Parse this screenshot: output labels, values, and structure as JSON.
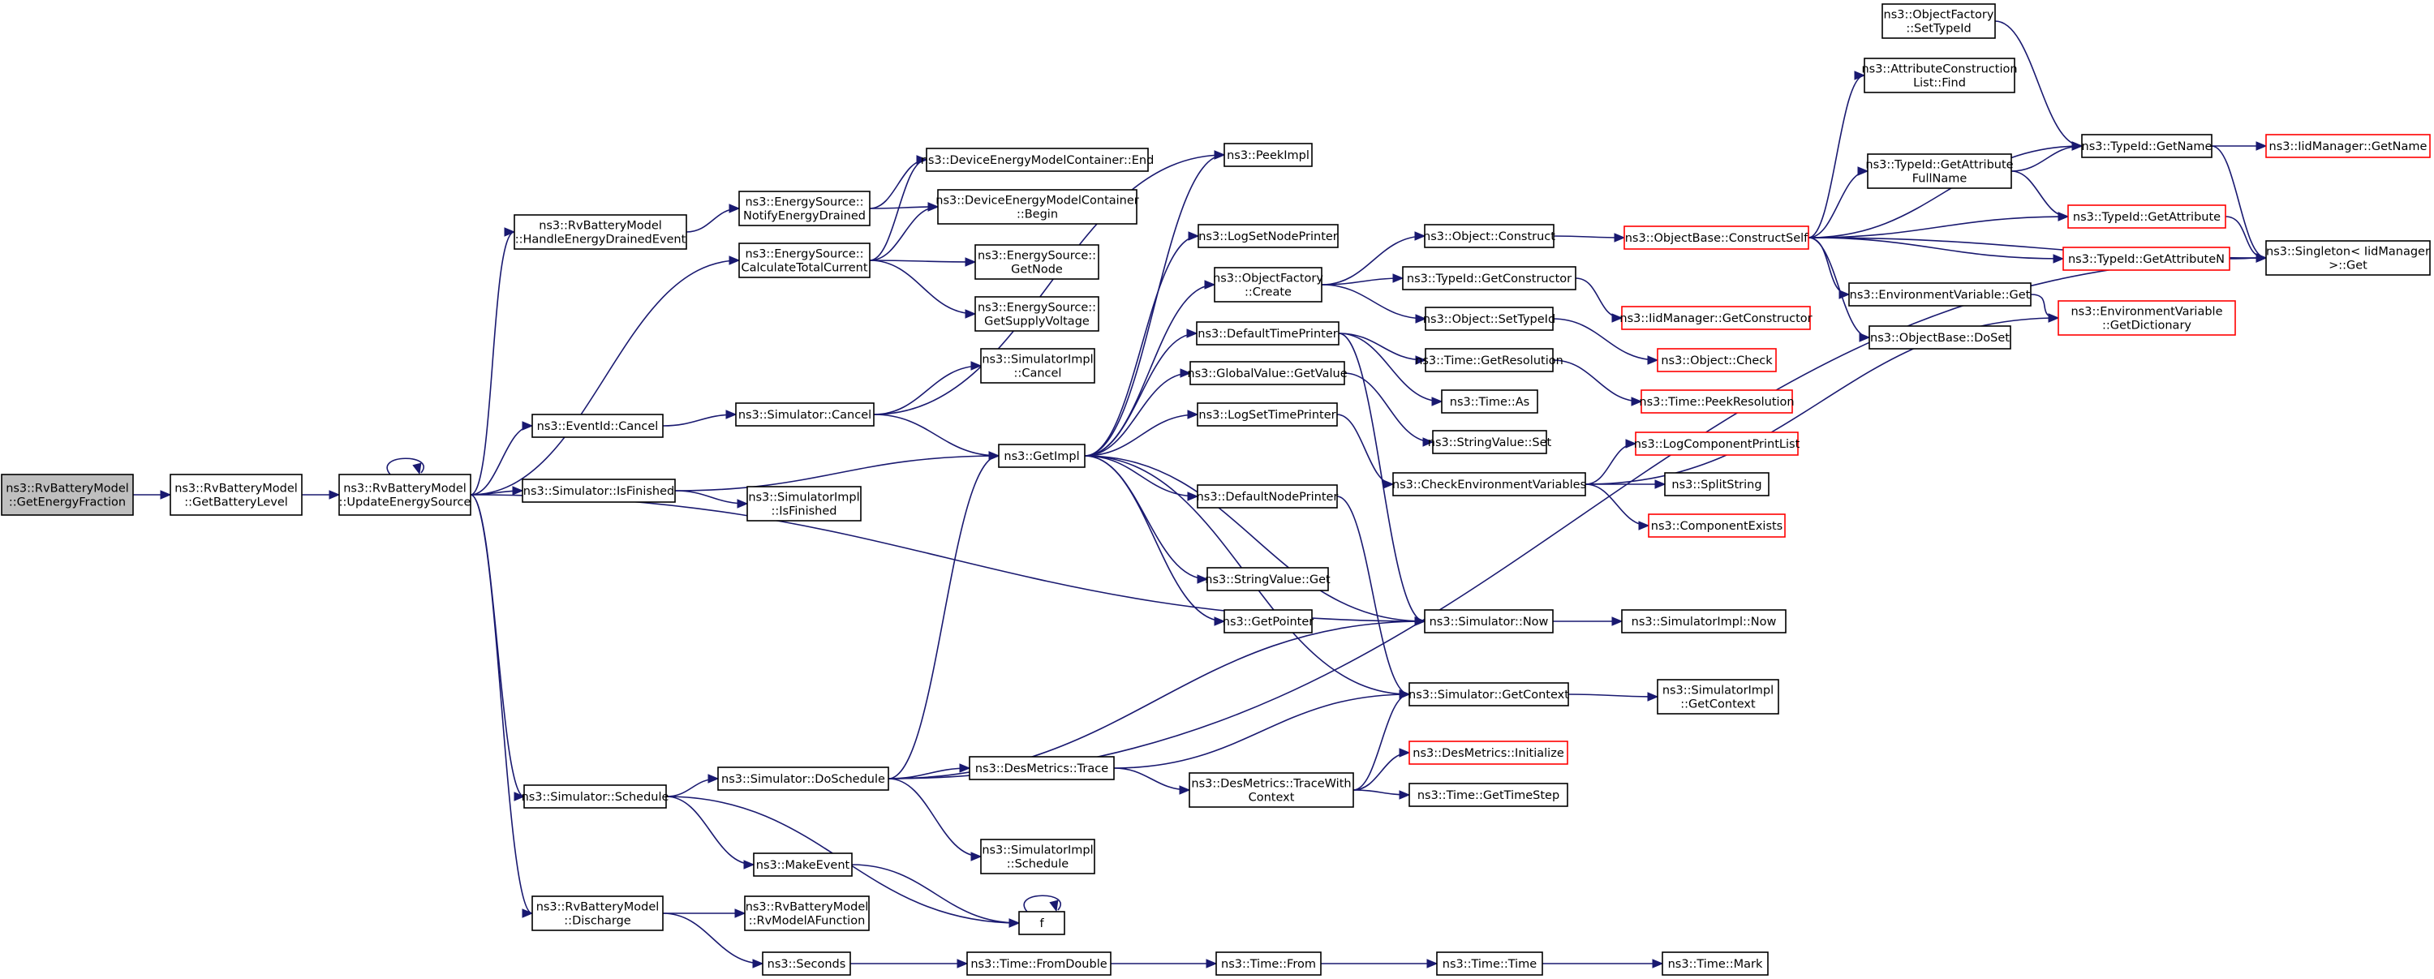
{
  "diagram": {
    "colors": {
      "edge": "#191970",
      "box_border": "#000000",
      "truncated_border": "#ff0000",
      "root_fill": "#bfbfbf",
      "box_fill": "#ffffff"
    },
    "nodes": [
      {
        "id": "n1",
        "lines": [
          "ns3::RvBatteryModel",
          "::GetEnergyFraction"
        ],
        "style": "root"
      },
      {
        "id": "n2",
        "lines": [
          "ns3::RvBatteryModel",
          "::GetBatteryLevel"
        ]
      },
      {
        "id": "n3",
        "lines": [
          "ns3::RvBatteryModel",
          "::UpdateEnergySource"
        ]
      },
      {
        "id": "n4",
        "lines": [
          "ns3::RvBatteryModel",
          "::HandleEnergyDrainedEvent"
        ]
      },
      {
        "id": "n5",
        "lines": [
          "ns3::EnergySource::",
          "CalculateTotalCurrent"
        ]
      },
      {
        "id": "n6",
        "lines": [
          "ns3::EventId::Cancel"
        ]
      },
      {
        "id": "n7",
        "lines": [
          "ns3::Simulator::IsFinished"
        ]
      },
      {
        "id": "n8",
        "lines": [
          "ns3::Simulator::Now"
        ]
      },
      {
        "id": "n9",
        "lines": [
          "ns3::Simulator::Schedule"
        ]
      },
      {
        "id": "n10",
        "lines": [
          "ns3::RvBatteryModel",
          "::Discharge"
        ]
      },
      {
        "id": "n11",
        "lines": [
          "ns3::EnergySource::",
          "NotifyEnergyDrained"
        ]
      },
      {
        "id": "n12",
        "lines": [
          "ns3::DeviceEnergyModelContainer::End"
        ]
      },
      {
        "id": "n13",
        "lines": [
          "ns3::DeviceEnergyModelContainer",
          "::Begin"
        ]
      },
      {
        "id": "n14",
        "lines": [
          "ns3::EnergySource::",
          "GetNode"
        ]
      },
      {
        "id": "n15",
        "lines": [
          "ns3::EnergySource::",
          "GetSupplyVoltage"
        ]
      },
      {
        "id": "n16",
        "lines": [
          "ns3::Simulator::Cancel"
        ]
      },
      {
        "id": "n17",
        "lines": [
          "ns3::SimulatorImpl",
          "::Cancel"
        ]
      },
      {
        "id": "n18",
        "lines": [
          "ns3::GetImpl"
        ]
      },
      {
        "id": "n19",
        "lines": [
          "ns3::SimulatorImpl",
          "::IsFinished"
        ]
      },
      {
        "id": "n20",
        "lines": [
          "ns3::PeekImpl"
        ]
      },
      {
        "id": "n21",
        "lines": [
          "ns3::LogSetNodePrinter"
        ]
      },
      {
        "id": "n22",
        "lines": [
          "ns3::ObjectFactory",
          "::Create"
        ]
      },
      {
        "id": "n23",
        "lines": [
          "ns3::DefaultTimePrinter"
        ]
      },
      {
        "id": "n24",
        "lines": [
          "ns3::GlobalValue::GetValue"
        ]
      },
      {
        "id": "n25",
        "lines": [
          "ns3::LogSetTimePrinter"
        ]
      },
      {
        "id": "n26",
        "lines": [
          "ns3::DefaultNodePrinter"
        ]
      },
      {
        "id": "n27",
        "lines": [
          "ns3::StringValue::Get"
        ]
      },
      {
        "id": "n28",
        "lines": [
          "ns3::GetPointer"
        ]
      },
      {
        "id": "n29",
        "lines": [
          "ns3::Object::Construct"
        ]
      },
      {
        "id": "n30",
        "lines": [
          "ns3::TypeId::GetConstructor"
        ]
      },
      {
        "id": "n31",
        "lines": [
          "ns3::Object::SetTypeId"
        ]
      },
      {
        "id": "n32",
        "lines": [
          "ns3::Time::GetResolution"
        ]
      },
      {
        "id": "n33",
        "lines": [
          "ns3::Time::As"
        ]
      },
      {
        "id": "n34",
        "lines": [
          "ns3::StringValue::Set"
        ]
      },
      {
        "id": "n35",
        "lines": [
          "ns3::CheckEnvironmentVariables"
        ]
      },
      {
        "id": "n36",
        "lines": [
          "ns3::Simulator::GetContext"
        ]
      },
      {
        "id": "n37",
        "lines": [
          "ns3::SimulatorImpl::Now"
        ]
      },
      {
        "id": "n38",
        "lines": [
          "ns3::SimulatorImpl",
          "::GetContext"
        ]
      },
      {
        "id": "n39",
        "lines": [
          "ns3::Simulator::DoSchedule"
        ]
      },
      {
        "id": "n40",
        "lines": [
          "ns3::MakeEvent"
        ]
      },
      {
        "id": "n41",
        "lines": [
          "f"
        ]
      },
      {
        "id": "n42",
        "lines": [
          "ns3::DesMetrics::Trace"
        ]
      },
      {
        "id": "n43",
        "lines": [
          "ns3::DesMetrics::TraceWith",
          "Context"
        ]
      },
      {
        "id": "n44",
        "lines": [
          "ns3::SimulatorImpl",
          "::Schedule"
        ]
      },
      {
        "id": "n45",
        "lines": [
          "ns3::DesMetrics::Initialize"
        ],
        "style": "truncated"
      },
      {
        "id": "n46",
        "lines": [
          "ns3::Time::GetTimeStep"
        ]
      },
      {
        "id": "n47",
        "lines": [
          "ns3::RvBatteryModel",
          "::RvModelAFunction"
        ]
      },
      {
        "id": "n48",
        "lines": [
          "ns3::Seconds"
        ]
      },
      {
        "id": "n49",
        "lines": [
          "ns3::Time::FromDouble"
        ]
      },
      {
        "id": "n50",
        "lines": [
          "ns3::Time::From"
        ]
      },
      {
        "id": "n51",
        "lines": [
          "ns3::Time::Time"
        ]
      },
      {
        "id": "n52",
        "lines": [
          "ns3::Time::Mark"
        ]
      },
      {
        "id": "n53",
        "lines": [
          "ns3::ObjectBase::ConstructSelf"
        ],
        "style": "truncated"
      },
      {
        "id": "n54",
        "lines": [
          "ns3::IidManager::GetConstructor"
        ],
        "style": "truncated"
      },
      {
        "id": "n55",
        "lines": [
          "ns3::Object::Check"
        ],
        "style": "truncated"
      },
      {
        "id": "n56",
        "lines": [
          "ns3::Time::PeekResolution"
        ],
        "style": "truncated"
      },
      {
        "id": "n57",
        "lines": [
          "ns3::LogComponentPrintList"
        ],
        "style": "truncated"
      },
      {
        "id": "n58",
        "lines": [
          "ns3::SplitString"
        ]
      },
      {
        "id": "n59",
        "lines": [
          "ns3::ComponentExists"
        ],
        "style": "truncated"
      },
      {
        "id": "n60",
        "lines": [
          "ns3::ObjectFactory",
          "::SetTypeId"
        ]
      },
      {
        "id": "n61",
        "lines": [
          "ns3::AttributeConstruction",
          "List::Find"
        ]
      },
      {
        "id": "n62",
        "lines": [
          "ns3::TypeId::GetAttribute",
          "FullName"
        ]
      },
      {
        "id": "n63",
        "lines": [
          "ns3::TypeId::GetName"
        ]
      },
      {
        "id": "n64",
        "lines": [
          "ns3::TypeId::GetAttribute"
        ],
        "style": "truncated"
      },
      {
        "id": "n65",
        "lines": [
          "ns3::TypeId::GetAttributeN"
        ],
        "style": "truncated"
      },
      {
        "id": "n66",
        "lines": [
          "ns3::EnvironmentVariable::Get"
        ]
      },
      {
        "id": "n67",
        "lines": [
          "ns3::ObjectBase::DoSet"
        ]
      },
      {
        "id": "n68",
        "lines": [
          "ns3::EnvironmentVariable",
          "::GetDictionary"
        ],
        "style": "truncated"
      },
      {
        "id": "n69",
        "lines": [
          "ns3::IidManager::GetName"
        ],
        "style": "truncated"
      },
      {
        "id": "n70",
        "lines": [
          "ns3::Singleton< IidManager",
          " >::Get"
        ]
      }
    ],
    "edges": [
      [
        "n1",
        "n2"
      ],
      [
        "n2",
        "n3"
      ],
      [
        "n3",
        "n3"
      ],
      [
        "n3",
        "n4"
      ],
      [
        "n3",
        "n5"
      ],
      [
        "n3",
        "n6"
      ],
      [
        "n3",
        "n7"
      ],
      [
        "n3",
        "n8"
      ],
      [
        "n3",
        "n9"
      ],
      [
        "n3",
        "n10"
      ],
      [
        "n4",
        "n11"
      ],
      [
        "n11",
        "n12"
      ],
      [
        "n11",
        "n13"
      ],
      [
        "n5",
        "n12"
      ],
      [
        "n5",
        "n13"
      ],
      [
        "n5",
        "n14"
      ],
      [
        "n5",
        "n15"
      ],
      [
        "n6",
        "n16"
      ],
      [
        "n16",
        "n17"
      ],
      [
        "n16",
        "n18"
      ],
      [
        "n16",
        "n20"
      ],
      [
        "n7",
        "n18"
      ],
      [
        "n7",
        "n19"
      ],
      [
        "n18",
        "n20"
      ],
      [
        "n18",
        "n21"
      ],
      [
        "n18",
        "n22"
      ],
      [
        "n18",
        "n23"
      ],
      [
        "n18",
        "n24"
      ],
      [
        "n18",
        "n25"
      ],
      [
        "n18",
        "n26"
      ],
      [
        "n18",
        "n27"
      ],
      [
        "n18",
        "n28"
      ],
      [
        "n18",
        "n8"
      ],
      [
        "n18",
        "n36"
      ],
      [
        "n22",
        "n29"
      ],
      [
        "n22",
        "n30"
      ],
      [
        "n22",
        "n31"
      ],
      [
        "n23",
        "n32"
      ],
      [
        "n23",
        "n33"
      ],
      [
        "n23",
        "n8"
      ],
      [
        "n24",
        "n34"
      ],
      [
        "n25",
        "n35"
      ],
      [
        "n26",
        "n36"
      ],
      [
        "n29",
        "n53"
      ],
      [
        "n30",
        "n54"
      ],
      [
        "n31",
        "n55"
      ],
      [
        "n32",
        "n56"
      ],
      [
        "n35",
        "n57"
      ],
      [
        "n35",
        "n58"
      ],
      [
        "n35",
        "n59"
      ],
      [
        "n35",
        "n68"
      ],
      [
        "n8",
        "n37"
      ],
      [
        "n36",
        "n38"
      ],
      [
        "n9",
        "n39"
      ],
      [
        "n9",
        "n40"
      ],
      [
        "n9",
        "n41"
      ],
      [
        "n39",
        "n18"
      ],
      [
        "n39",
        "n8"
      ],
      [
        "n39",
        "n42"
      ],
      [
        "n39",
        "n44"
      ],
      [
        "n39",
        "n70"
      ],
      [
        "n40",
        "n41"
      ],
      [
        "n41",
        "n41"
      ],
      [
        "n42",
        "n36"
      ],
      [
        "n42",
        "n43"
      ],
      [
        "n43",
        "n36"
      ],
      [
        "n43",
        "n45"
      ],
      [
        "n43",
        "n46"
      ],
      [
        "n10",
        "n47"
      ],
      [
        "n10",
        "n48"
      ],
      [
        "n48",
        "n49"
      ],
      [
        "n49",
        "n50"
      ],
      [
        "n50",
        "n51"
      ],
      [
        "n51",
        "n52"
      ],
      [
        "n53",
        "n61"
      ],
      [
        "n53",
        "n62"
      ],
      [
        "n53",
        "n63"
      ],
      [
        "n53",
        "n64"
      ],
      [
        "n53",
        "n65"
      ],
      [
        "n53",
        "n66"
      ],
      [
        "n53",
        "n67"
      ],
      [
        "n53",
        "n70"
      ],
      [
        "n60",
        "n63"
      ],
      [
        "n62",
        "n63"
      ],
      [
        "n62",
        "n64"
      ],
      [
        "n63",
        "n69"
      ],
      [
        "n63",
        "n70"
      ],
      [
        "n64",
        "n70"
      ],
      [
        "n65",
        "n70"
      ],
      [
        "n66",
        "n68"
      ]
    ]
  }
}
